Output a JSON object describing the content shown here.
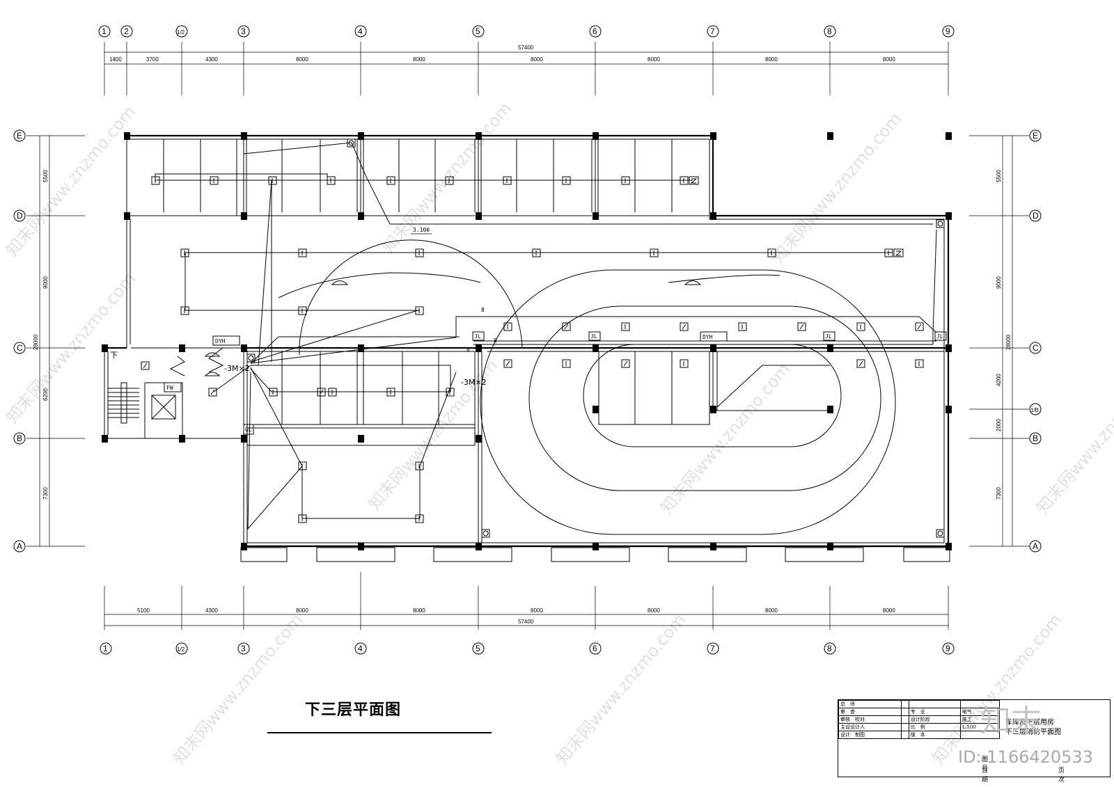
{
  "drawing_title": "下三层平面图",
  "axes_top": [
    "1",
    "2",
    "1/2",
    "3",
    "4",
    "5",
    "6",
    "7",
    "8",
    "9"
  ],
  "axes_bottom": [
    "1",
    "1/2",
    "3",
    "4",
    "5",
    "6",
    "7",
    "8",
    "9"
  ],
  "axes_left": [
    "E",
    "D",
    "C",
    "B",
    "A"
  ],
  "axes_right": [
    "E",
    "D",
    "C",
    "1/B",
    "B",
    "A"
  ],
  "dims_top": {
    "total": "57400",
    "segments": [
      "1400",
      "3700",
      "4300",
      "8000",
      "8000",
      "8000",
      "8000",
      "8000",
      "8000"
    ]
  },
  "dims_bottom": {
    "total": "57400",
    "segments": [
      "5100",
      "4300",
      "8000",
      "8000",
      "8000",
      "8000",
      "8000",
      "8000"
    ]
  },
  "dims_left": {
    "total": "28000",
    "segments": [
      "5500",
      "9000",
      "6200",
      "7300"
    ]
  },
  "dims_right": {
    "total": "28000",
    "segments": [
      "5500",
      "9000",
      "4200",
      "2000",
      "7300"
    ]
  },
  "annotations": {
    "elevation": "3.100",
    "cable_left": "-3M×2",
    "cable_right": "-3M×2",
    "stair_down": "下",
    "panel_dyh": "DYH",
    "panel_fw": "FW",
    "panel_jl": "JL",
    "panel_gl": "GL",
    "marker_8": "8"
  },
  "title_block": {
    "rows": [
      [
        "总　师",
        "",
        "",
        ""
      ],
      [
        "审　查",
        "",
        "专　业",
        "电气"
      ],
      [
        "审核　校对",
        "",
        "设计阶段",
        "施工"
      ],
      [
        "主设设计人",
        "",
        "比　例",
        "1:100"
      ],
      [
        "设计　制图",
        "",
        "版　本",
        ""
      ]
    ],
    "project_line1": "车库及下层用房",
    "project_line2": "下三层消防平面图",
    "drawing_no_label": "图号",
    "date_label": "日期",
    "page_label": "页次"
  },
  "watermarks": {
    "site": "znzmo.com",
    "brand": "知末网www.znzmo.com",
    "logo": "知末",
    "id": "ID: 1166420533"
  }
}
